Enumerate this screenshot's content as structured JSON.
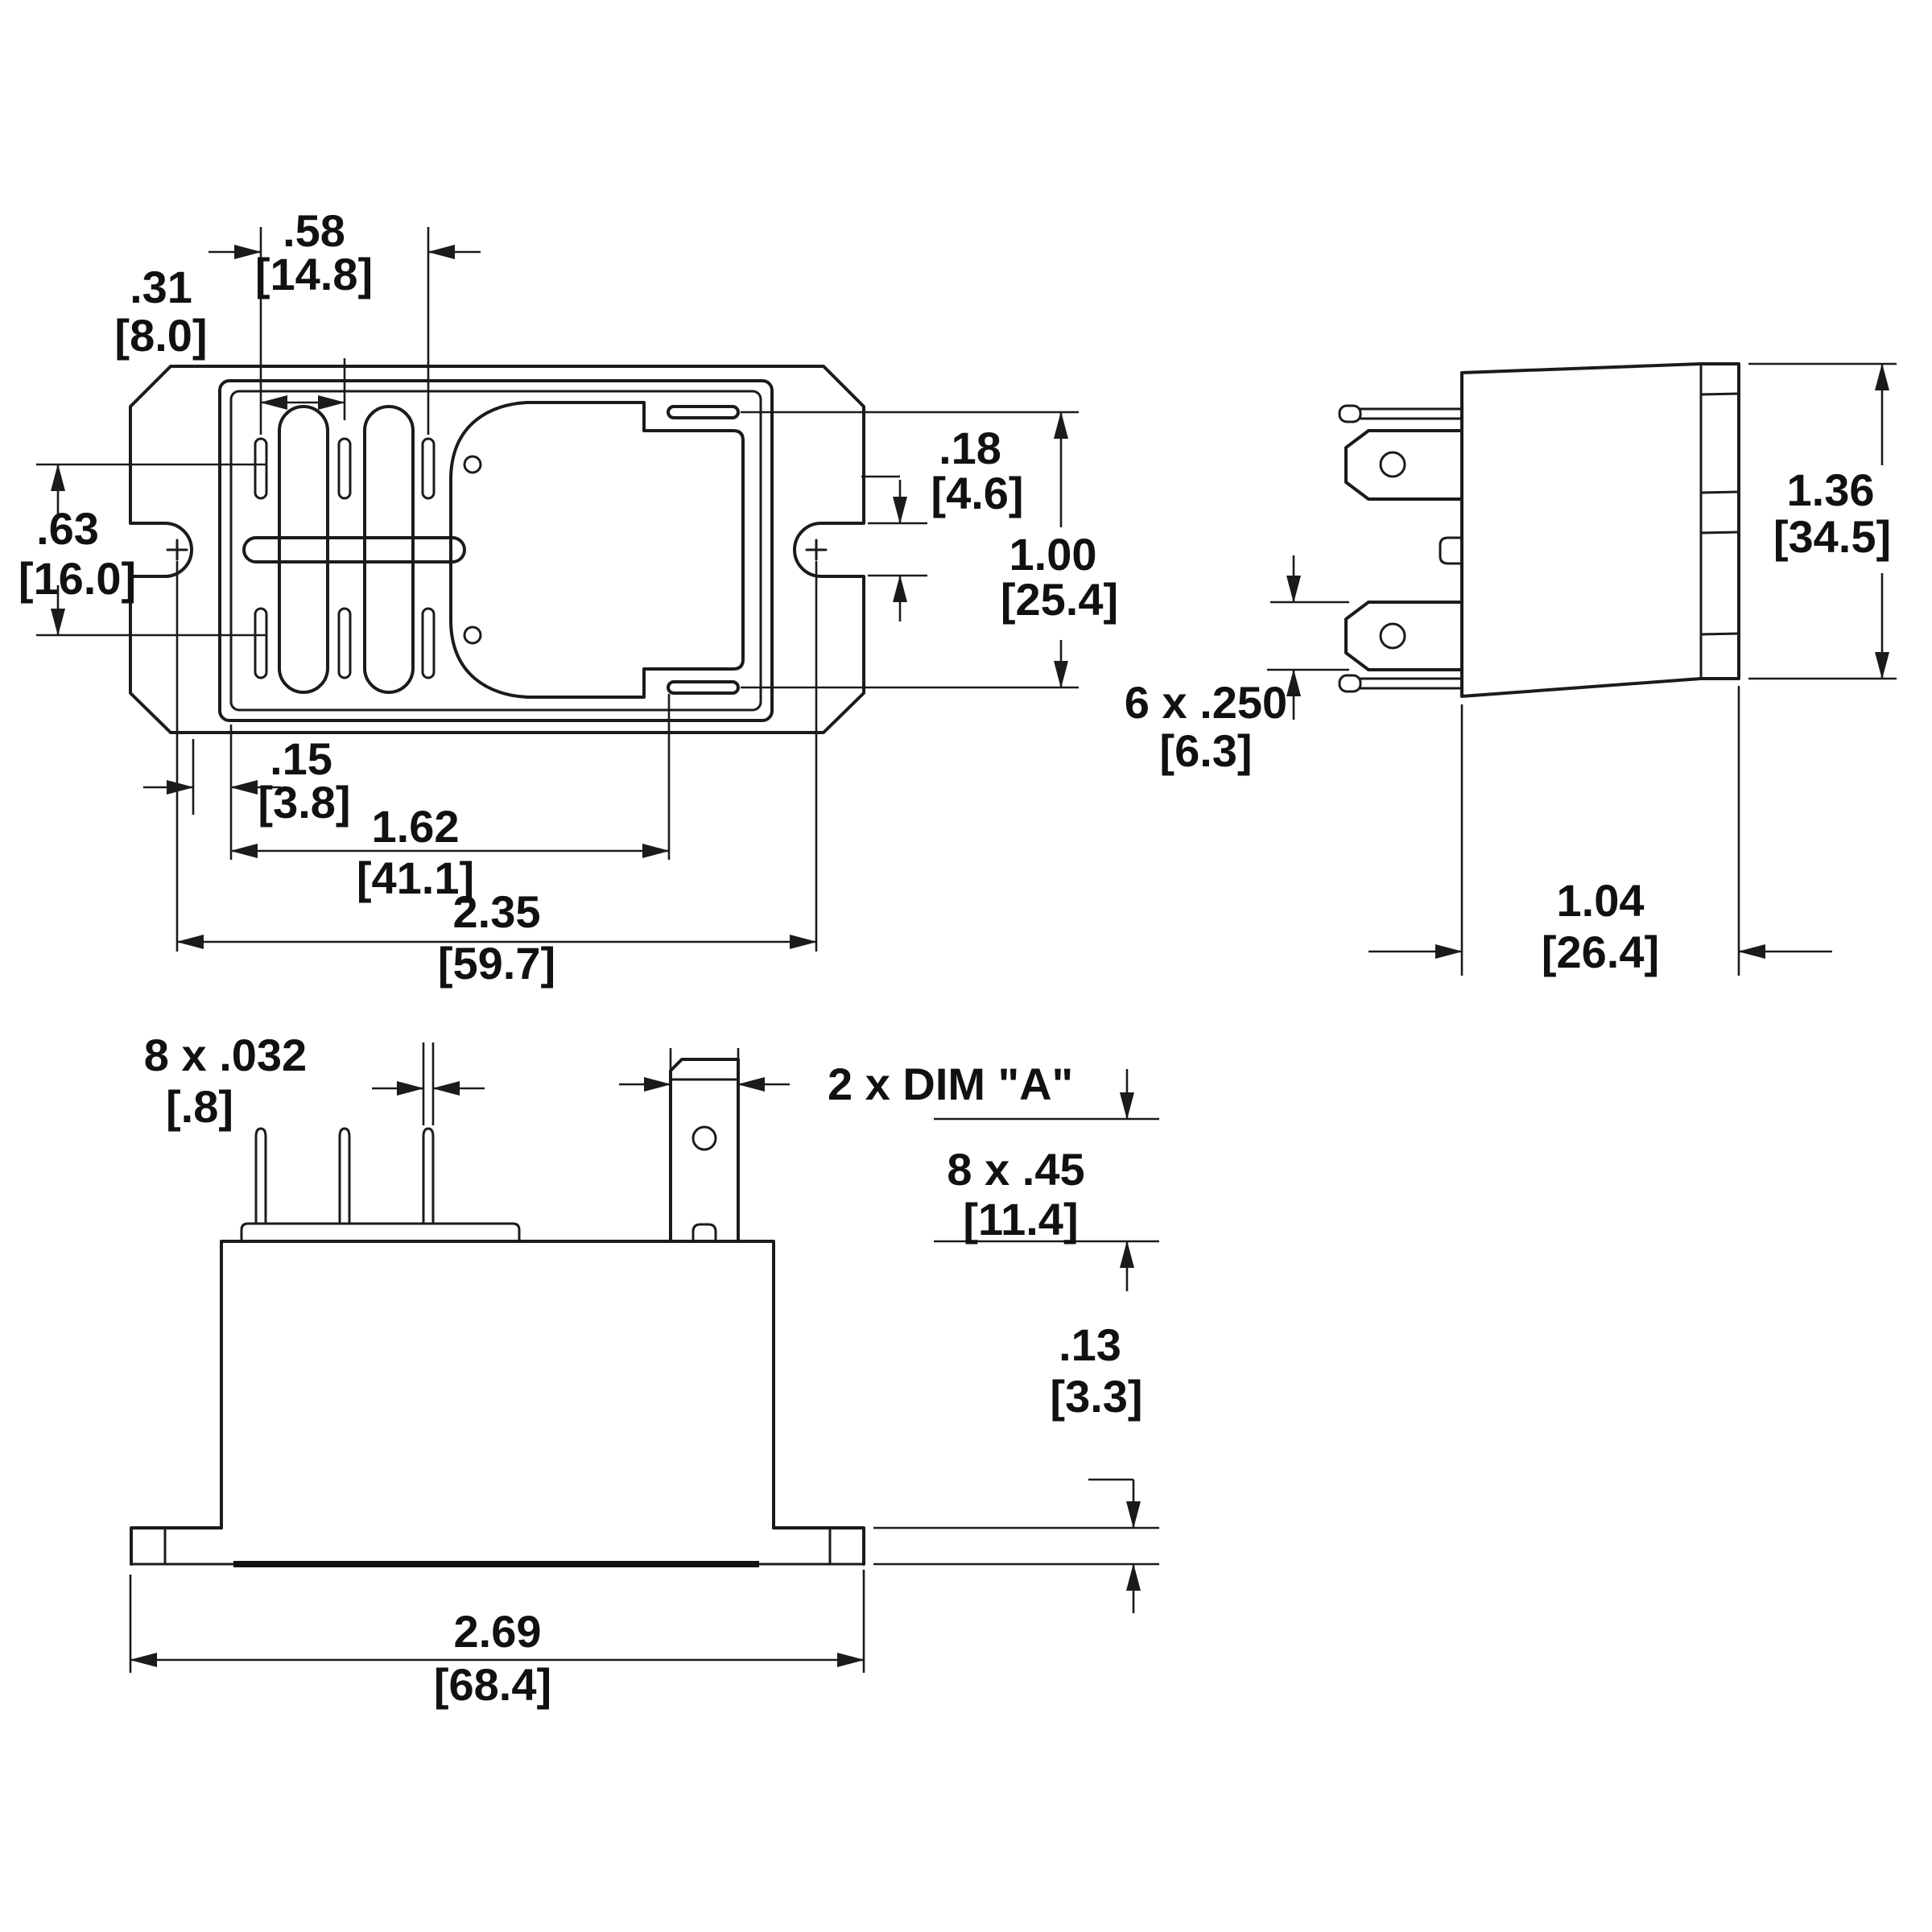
{
  "drawing": {
    "type": "relay-outline-dimension-drawing",
    "views": [
      "bottom-view",
      "side-view",
      "front-view"
    ],
    "units_style": "inches [millimeters]"
  },
  "dims": {
    "slot_span_outer": {
      "v": ".58",
      "m": "[14.8]"
    },
    "slot_pitch": {
      "v": ".31",
      "m": "[8.0]"
    },
    "rivet_spacing": {
      "v": ".63",
      "m": "[16.0]"
    },
    "flange_notch": {
      "v": ".18",
      "m": "[4.6]"
    },
    "slot_row_spacing": {
      "v": "1.00",
      "m": "[25.4]"
    },
    "wall_offset": {
      "v": ".15",
      "m": "[3.8]"
    },
    "slot_to_slot": {
      "v": "1.62",
      "m": "[41.1]"
    },
    "mount_centers": {
      "v": "2.35",
      "m": "[59.7]"
    },
    "blade_width": {
      "v": "6 x .250",
      "m": "[6.3]"
    },
    "body_height": {
      "v": "1.36",
      "m": "[34.5]"
    },
    "body_depth": {
      "v": "1.04",
      "m": "[26.4]"
    },
    "pin_thickness": {
      "v": "8 x .032",
      "m": "[.8]"
    },
    "blade_dim_a": {
      "v": "2 x DIM \"A\""
    },
    "terminal_length": {
      "v": "8 x .45",
      "m": "[11.4]"
    },
    "flange_thickness": {
      "v": ".13",
      "m": "[3.3]"
    },
    "overall_width": {
      "v": "2.69",
      "m": "[68.4]"
    }
  }
}
